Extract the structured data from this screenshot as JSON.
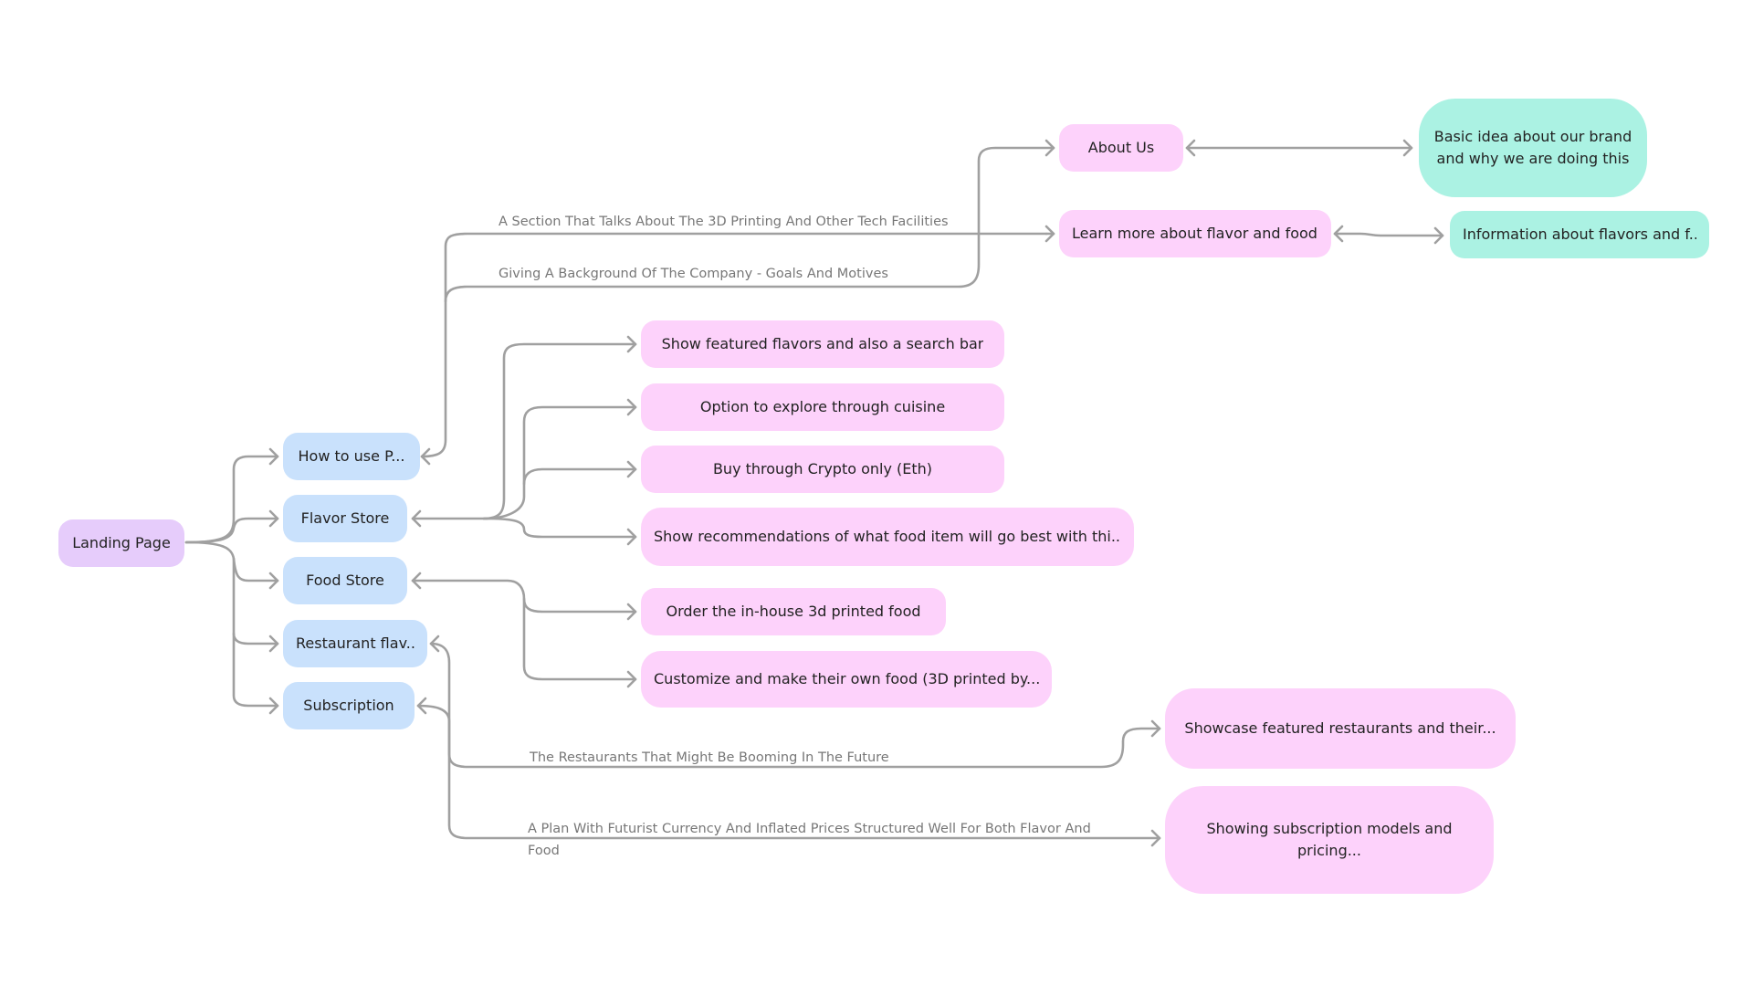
{
  "colors": {
    "root": "#e6ccfb",
    "section": "#c9e1fc",
    "leaf": "#fdd2fb",
    "detail": "#abf2e3",
    "edge": "#a0a0a0",
    "label_text": "#777777",
    "node_text": "#222222"
  },
  "nodes": {
    "landing_page": "Landing Page",
    "how_to_use": "How to use P...",
    "flavor_store": "Flavor Store",
    "food_store": "Food Store",
    "restaurant_flav": "Restaurant flav...",
    "subscription": "Subscription",
    "about_us": "About Us",
    "learn_more": "Learn more about flavor and food...",
    "basic_idea": "Basic idea about our brand and why we are doing this",
    "info_flavors": "Information about flavors and f...",
    "featured_flavors": "Show featured flavors and also a search bar",
    "explore_cuisine": "Option to explore through cuisine",
    "buy_crypto": "Buy through Crypto only (Eth)",
    "recommendations": "Show recommendations of what food item will go best with thi...",
    "order_inhouse": "Order the in-house 3d printed food",
    "customize_food": "Customize and make their own food (3D printed by...",
    "showcase_restaurants": "Showcase featured restaurants and their...",
    "subscription_models": "Showing subscription models and pricing..."
  },
  "edge_labels": {
    "tech_facilities": "A Section That Talks About The 3D Printing And Other Tech Facilities",
    "company_background": "Giving A Background Of The Company - Goals And Motives",
    "restaurants_future": "The Restaurants That Might Be Booming In The Future",
    "futurist_currency": "A Plan With Futurist Currency And Inflated Prices Structured Well For Both Flavor And Food"
  }
}
